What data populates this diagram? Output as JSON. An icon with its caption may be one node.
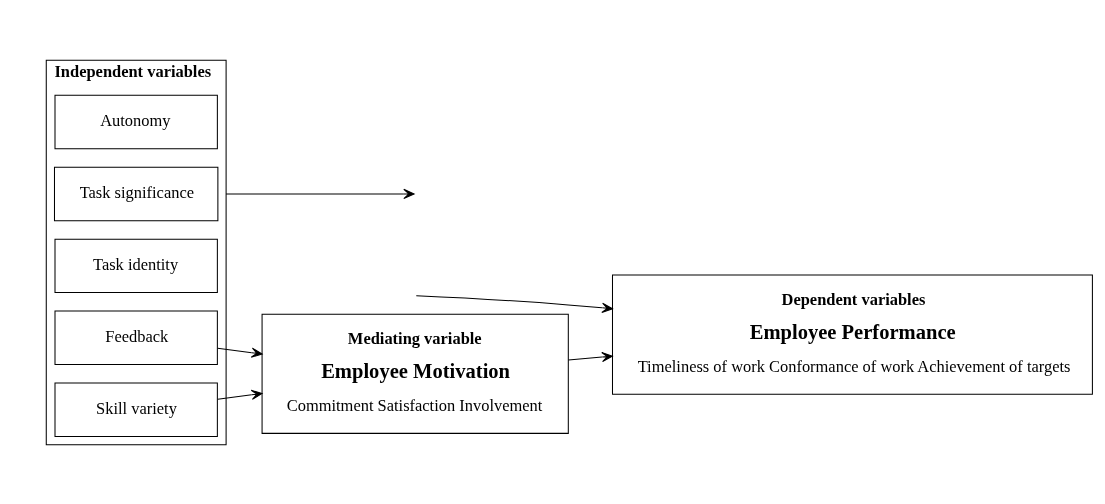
{
  "diagram": {
    "nodes": [
      {
        "text": [
          "Independent variables"
        ]
      },
      {
        "text": [
          "Skill variety"
        ],
        "in": 0
      },
      {
        "text": [
          "Task identity"
        ],
        "in": 0
      },
      {
        "text": [
          "Task significance"
        ],
        "in": 0
      },
      {
        "text": [
          "Autonomy"
        ],
        "in": 0
      },
      {
        "text": [
          "Feedback"
        ],
        "in": 0
      },
      {
        "text": [
          "Mediating variable",
          "Employee Motivation",
          "Commitment Satisfaction Involvement"
        ]
      },
      {
        "text": [
          "Dependent variables",
          "Employee Performance",
          "Timeliness of work Conformance of work Achievement of targets"
        ]
      }
    ],
    "edges": [
      {
        "from": 1,
        "to": 6,
        "arrow": "to"
      },
      {
        "from": 5,
        "to": 6,
        "arrow": "to"
      },
      {
        "from": 6,
        "to": 7,
        "arrow": "to"
      },
      {
        "from": 0,
        "to": null,
        "arrow": "to"
      },
      {
        "from": null,
        "to": 7,
        "arrow": "to"
      }
    ]
  }
}
